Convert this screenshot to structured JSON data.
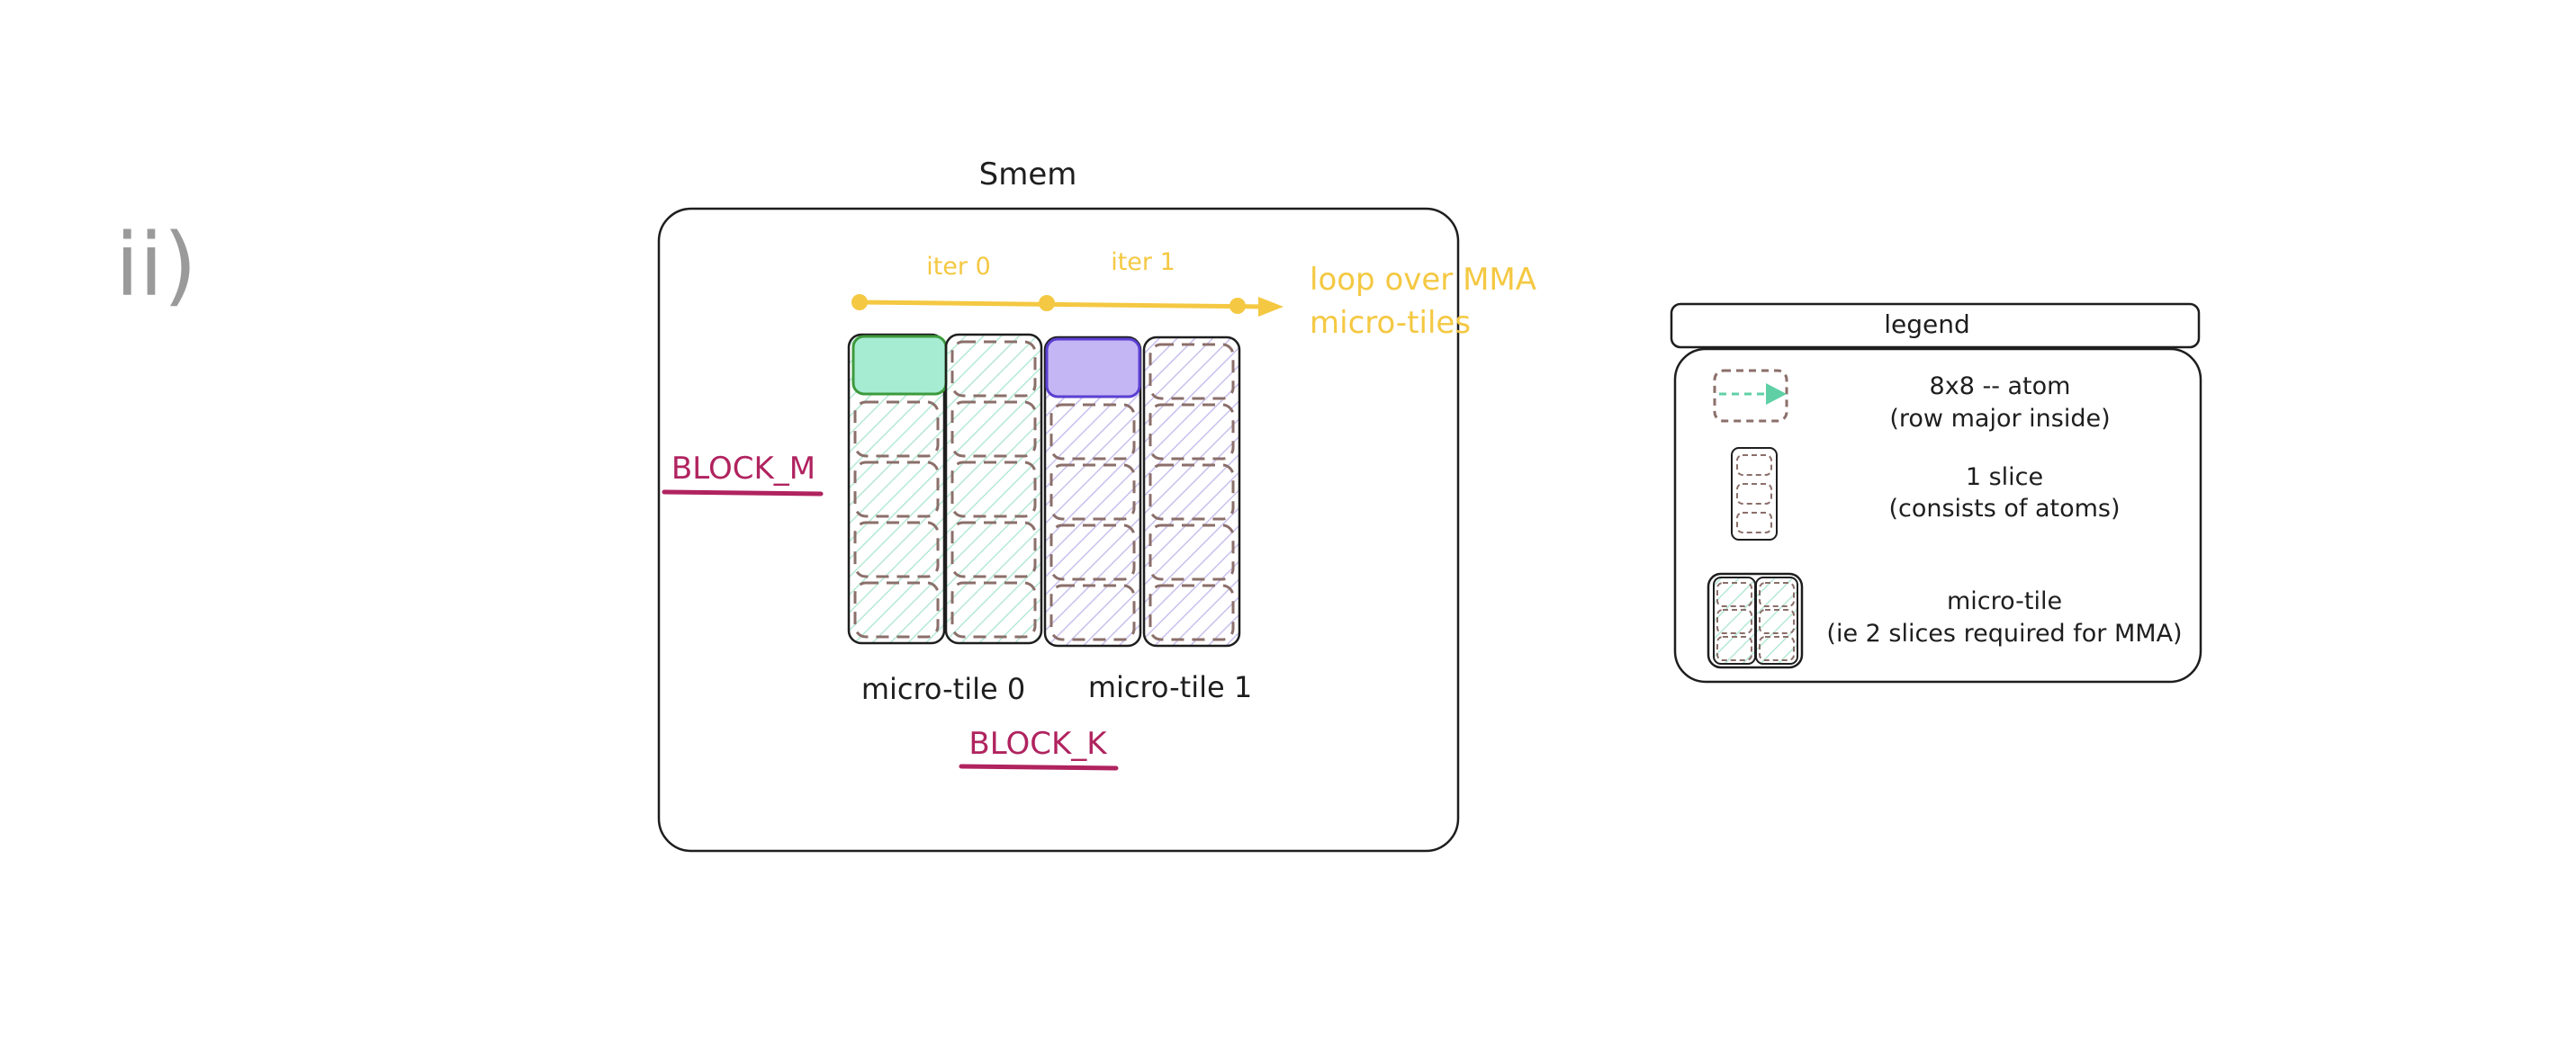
{
  "section_label": "ii)",
  "smem": {
    "title": "Smem"
  },
  "loop": {
    "iter_labels": [
      "iter 0",
      "iter 1"
    ],
    "caption_lines": [
      "loop over MMA",
      "micro-tiles"
    ]
  },
  "labels": {
    "block_m": "BLOCK_M",
    "block_k": "BLOCK_K",
    "micro_tiles": [
      "micro-tile 0",
      "micro-tile 1"
    ]
  },
  "legend": {
    "title": "legend",
    "items": [
      {
        "icon": "atom-icon",
        "lines": [
          "8x8 -- atom",
          "(row major inside)"
        ]
      },
      {
        "icon": "slice-icon",
        "lines": [
          "1 slice",
          "(consists of atoms)"
        ]
      },
      {
        "icon": "micro-tile-icon",
        "lines": [
          "micro-tile",
          "(ie 2 slices required for MMA)"
        ]
      }
    ]
  },
  "colors": {
    "loop": "#f4c842",
    "block_label": "#b0235f",
    "green_fill": "#a6ecd3",
    "green_hatch": "#b5e9d5",
    "purple_fill": "#c4b6f5",
    "purple_hatch": "#c9c0ee",
    "atom_dash": "#8b6f6a",
    "atom_arrow": "#5fd0a6",
    "stroke": "#1e1e1e",
    "section": "#9a9a9a"
  }
}
